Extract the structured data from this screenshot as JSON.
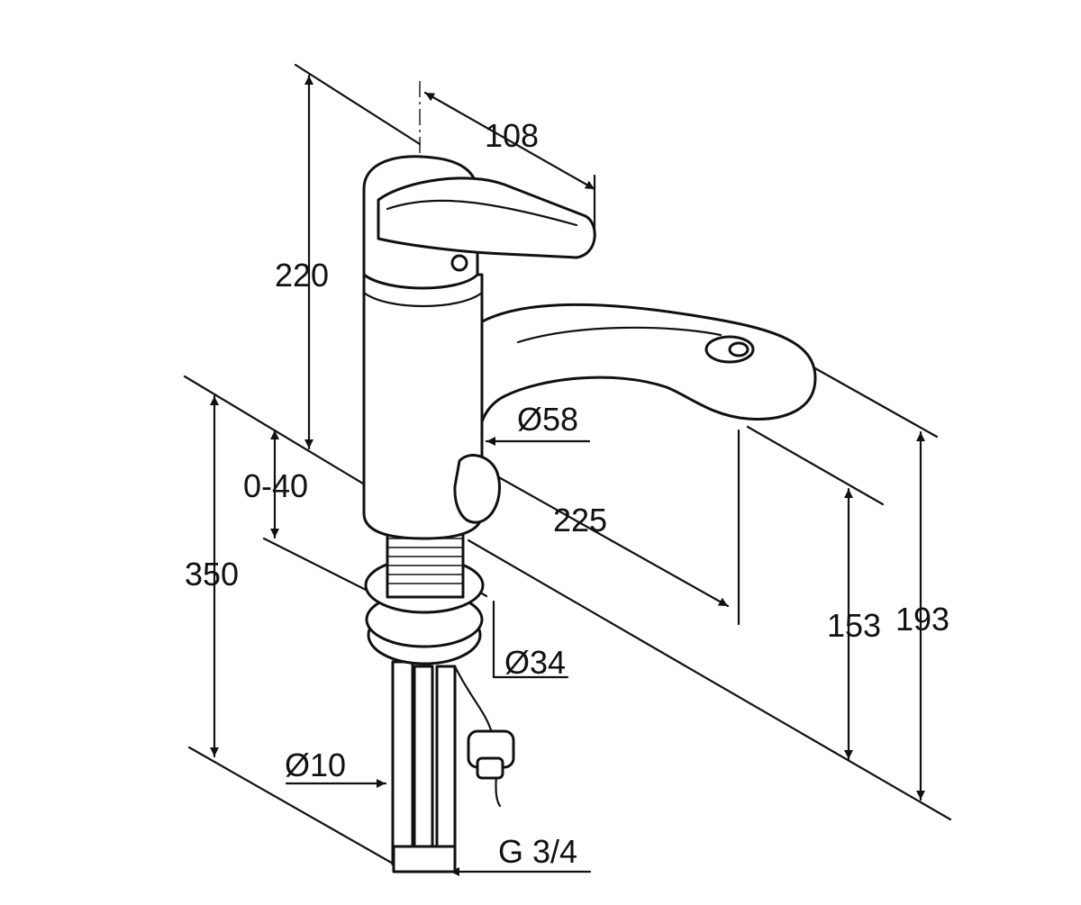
{
  "dimensions": {
    "handle_depth": "108",
    "height_total": "220",
    "body_diameter": "Ø58",
    "adjust_range": "0-40",
    "spout_reach": "225",
    "depth_350": "350",
    "shank_diameter": "Ø34",
    "spout_height": "153",
    "overall_height": "193",
    "hose_diameter": "Ø10",
    "thread": "G 3/4"
  },
  "colors": {
    "line": "#111111",
    "background": "#ffffff"
  }
}
